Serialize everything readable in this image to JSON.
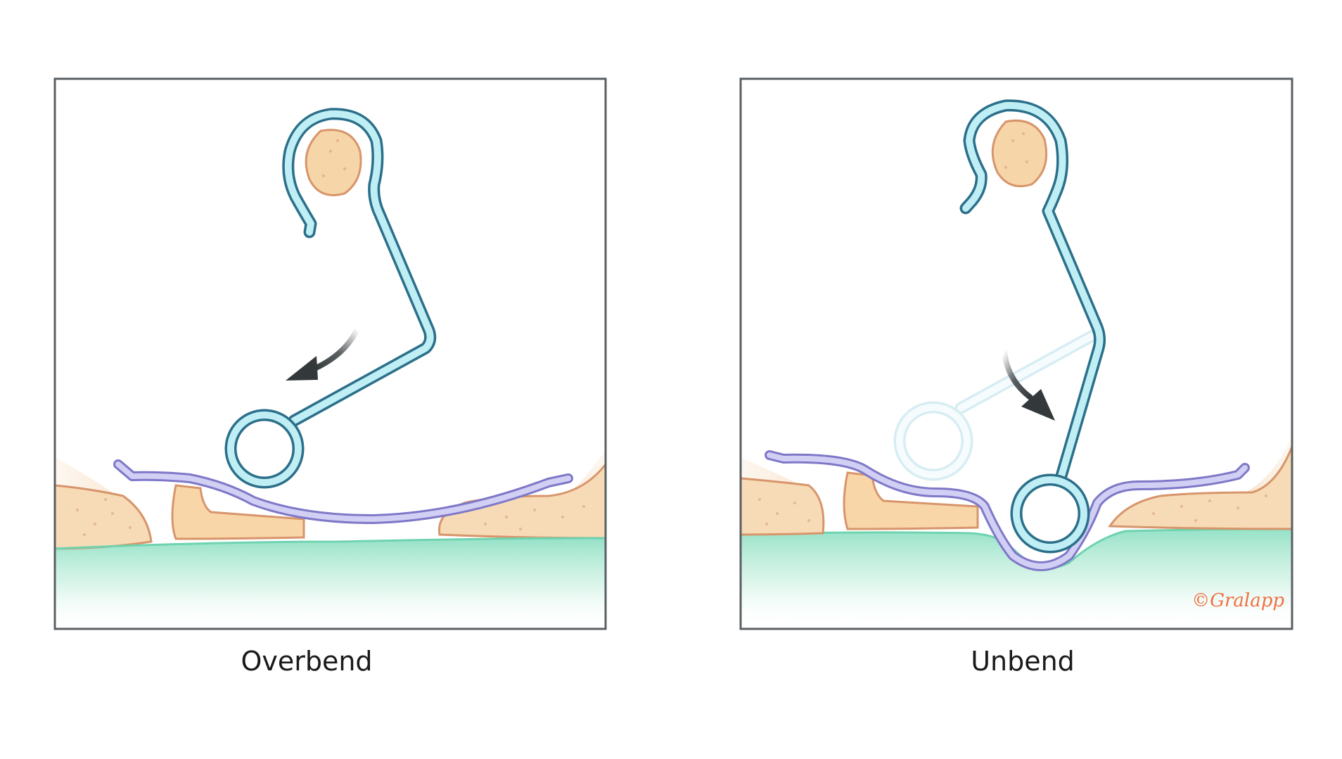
{
  "panels": [
    {
      "caption": "Overbend"
    },
    {
      "caption": "Unbend"
    }
  ],
  "signature": "©Gralapp",
  "colors": {
    "wire_fill": "#bfeef4",
    "wire_stroke": "#2b6f8a",
    "membrane_fill": "#cfcbf2",
    "membrane_stroke": "#7e78c8",
    "bone_fill": "#f8ddb6",
    "bone_stroke": "#d7956b",
    "tissue_green": "#8fe0c4",
    "arrow": "#33393b",
    "frame": "#5a5f63",
    "signature": "#f07040"
  }
}
